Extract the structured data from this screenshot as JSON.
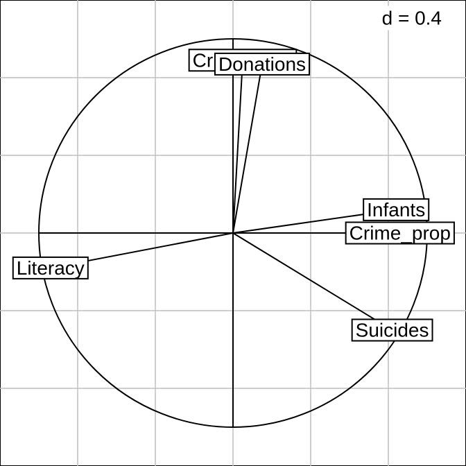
{
  "chart_data": {
    "type": "correlation_circle",
    "grid_step_label": "d = 0.4",
    "grid": true,
    "axis_range": [
      -1.2,
      1.2
    ],
    "variables": [
      {
        "name": "Crime_pers",
        "x": 0.05,
        "y": 0.89
      },
      {
        "name": "Donations",
        "x": 0.15,
        "y": 0.87
      },
      {
        "name": "Infants",
        "x": 0.84,
        "y": 0.12
      },
      {
        "name": "Crime_prop",
        "x": 0.86,
        "y": 0.0
      },
      {
        "name": "Literacy",
        "x": -0.94,
        "y": -0.18
      },
      {
        "name": "Suicides",
        "x": 0.82,
        "y": -0.5
      }
    ]
  }
}
